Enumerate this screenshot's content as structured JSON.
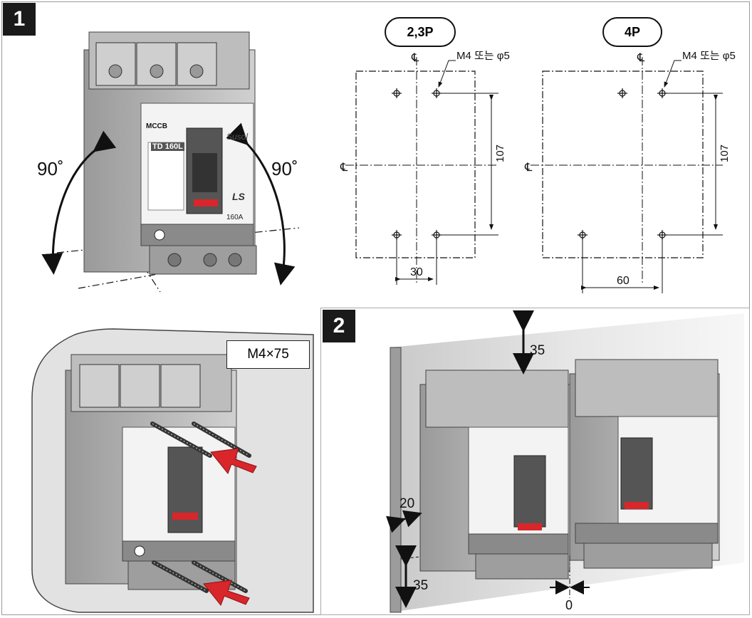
{
  "steps": {
    "one": "1",
    "two": "2"
  },
  "labels": {
    "angle_left": "90˚",
    "angle_right": "90˚",
    "screw_spec": "M4×75",
    "pole_23p": "2,3P",
    "pole_4p": "4P",
    "hole_note_23p": "M4 또는 φ5",
    "hole_note_4p": "M4 또는 φ5",
    "dim_107_a": "107",
    "dim_107_b": "107",
    "dim_30": "30",
    "dim_60": "60",
    "clear_top": "35",
    "clear_side": "20",
    "clear_bottom": "35",
    "gap": "0"
  },
  "breaker": {
    "mccb": "MCCB",
    "model": "TD 160L",
    "brand": "Susol",
    "maker": "LS",
    "rating": "160A"
  },
  "colors": {
    "arrow_red": "#d8262a",
    "panel_grey": "#b8b8b8",
    "badge": "#1a1a1a"
  }
}
